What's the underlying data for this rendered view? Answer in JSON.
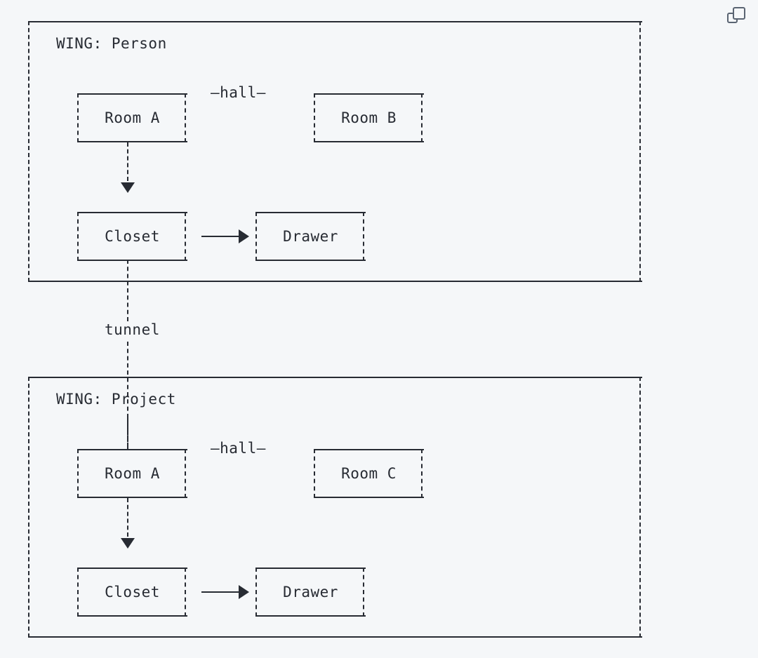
{
  "canvas": {
    "background_color": "#f5f7f9",
    "stroke_color": "#272b33",
    "icon_color": "#5a6472"
  },
  "toolbar": {
    "copy_icon_name": "copy-icon"
  },
  "diagram": {
    "type": "nested-box-flow",
    "wings": [
      {
        "id": "wing-person",
        "title": "WING: Person",
        "nodes": [
          {
            "id": "person-room-a",
            "label": "Room A"
          },
          {
            "id": "person-room-b",
            "label": "Room B"
          },
          {
            "id": "person-closet",
            "label": "Closet"
          },
          {
            "id": "person-drawer",
            "label": "Drawer"
          }
        ],
        "edges": [
          {
            "id": "person-hall",
            "from": "person-room-a",
            "to": "person-room-b",
            "label": "—hall—",
            "style": "label-only"
          },
          {
            "id": "person-a-to-closet",
            "from": "person-room-a",
            "to": "person-closet",
            "label": "",
            "style": "dashed-arrow-down"
          },
          {
            "id": "person-closet-to-drawer",
            "from": "person-closet",
            "to": "person-drawer",
            "label": "",
            "style": "solid-arrow-right"
          }
        ]
      },
      {
        "id": "wing-project",
        "title": "WING: Project",
        "nodes": [
          {
            "id": "project-room-a",
            "label": "Room A"
          },
          {
            "id": "project-room-c",
            "label": "Room C"
          },
          {
            "id": "project-closet",
            "label": "Closet"
          },
          {
            "id": "project-drawer",
            "label": "Drawer"
          }
        ],
        "edges": [
          {
            "id": "project-hall",
            "from": "project-room-a",
            "to": "project-room-c",
            "label": "—hall—",
            "style": "label-only"
          },
          {
            "id": "project-a-to-closet",
            "from": "project-room-a",
            "to": "project-closet",
            "label": "",
            "style": "dashed-arrow-down"
          },
          {
            "id": "project-closet-to-drawer",
            "from": "project-closet",
            "to": "project-drawer",
            "label": "",
            "style": "solid-arrow-right"
          }
        ]
      }
    ],
    "cross_wing_edges": [
      {
        "id": "tunnel",
        "from": "person-closet",
        "to": "project-room-a",
        "label": "tunnel",
        "style": "dashed-line"
      }
    ]
  }
}
